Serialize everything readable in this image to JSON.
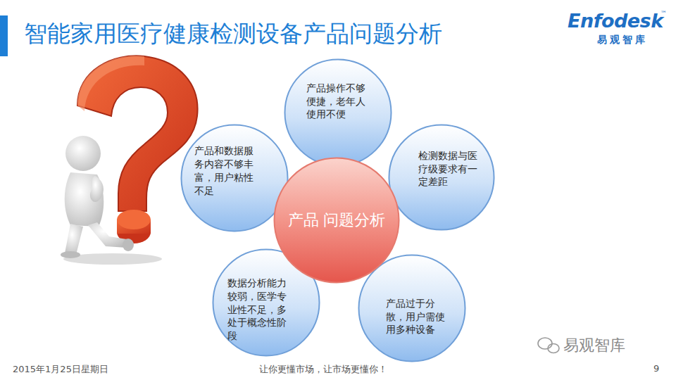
{
  "diagram": {
    "title": "智能家用医疗健康检测设备产品问题分析",
    "nodes": [
      {
        "text": [
          "产品 问题分析"
        ]
      },
      {
        "text": [
          "产品操作不够便捷，老年人使用不便"
        ]
      },
      {
        "text": [
          "产品和数据服务内容不够丰富，用户粘性不足"
        ]
      },
      {
        "text": [
          "检测数据与医疗级要求有一定差距"
        ]
      },
      {
        "text": [
          "数据分析能力较弱，医学专业性不足，多处于概念性阶段"
        ]
      },
      {
        "text": [
          "产品过于分散，用户需使用多种设备"
        ]
      }
    ],
    "labels": [
      "Enfodesk",
      "™",
      "易观智库",
      "2015年1月25日星期日",
      "让你更懂市场，让市场更懂你！",
      "9",
      "易观智库"
    ]
  }
}
